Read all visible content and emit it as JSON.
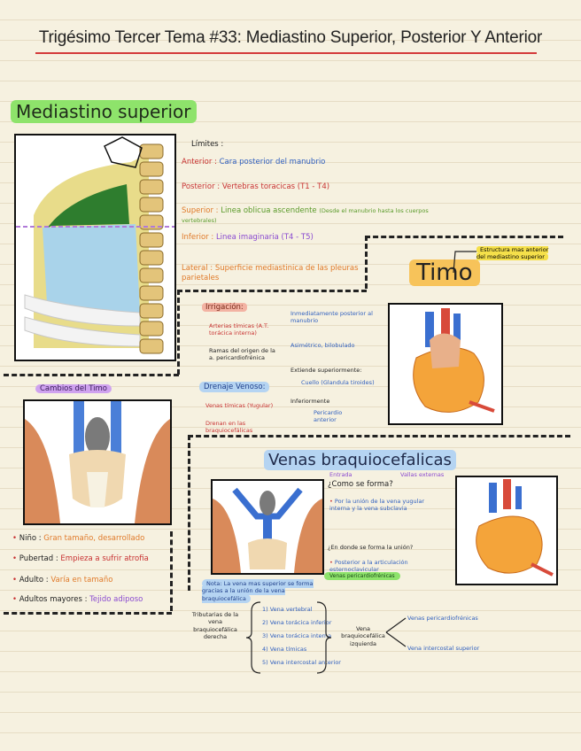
{
  "title": "Trigésimo Tercer Tema #33: Mediastino Superior, Posterior Y Anterior",
  "mediastino_superior": {
    "heading": "Mediastino superior",
    "limites_label": "Límites :",
    "anterior": {
      "label": "Anterior :",
      "text": "Cara posterior del manubrio"
    },
    "posterior": {
      "label": "Posterior :",
      "text": "Vertebras toracicas  (T1 - T4)"
    },
    "superior": {
      "label": "Superior :",
      "text": "Linea oblicua ascendente",
      "note": "(Desde el manubrio hasta los cuerpos vertebrales)"
    },
    "inferior": {
      "label": "Inferior :",
      "text": "Linea imaginaria  (T4 - T5)"
    },
    "lateral": {
      "label": "Lateral :",
      "text": "Superficie mediastinica de las pleuras parietales"
    }
  },
  "timo": {
    "heading": "Timo",
    "callout": "Estructura mas anterior del mediastino superior",
    "irrigacion_label": "Irrigación:",
    "irrigacion_items": [
      "Arterias tímicas (A.T. torácica interna)",
      "Ramas del origen de la a. pericardiofrénica"
    ],
    "drenaje_label": "Drenaje Venoso:",
    "drenaje_items": [
      "Venas tímicas (Yugular)",
      "Drenan en las braquiocefálicas"
    ],
    "right_items": [
      "Inmediatamente posterior al manubrio",
      "Asimétrico, bilobulado",
      "Extiende superiormente:",
      "Cuello (Glandula tiroides)",
      "Inferiormente",
      "Pericardio anterior"
    ]
  },
  "cambios_timo": {
    "heading": "Cambios del Timo",
    "items": [
      {
        "label": "Niño :",
        "text": "Gran tamaño, desarrollado"
      },
      {
        "label": "Pubertad :",
        "text": "Empieza a sufrir atrofia"
      },
      {
        "label": "Adulto :",
        "text": "Varía en tamaño"
      },
      {
        "label": "Adultos mayores :",
        "text": "Tejido adiposo"
      }
    ]
  },
  "venas": {
    "heading": "Venas braquiocefalicas",
    "sub_left": "Entrada",
    "sub_right": "Vallas externas",
    "como_forma": "¿Como se forma?",
    "como_text": "Por la unión de la vena yugular interna y la vena subclavia",
    "donde_forma": "¿En donde se forma la unión?",
    "donde_text": "Posterior a la articulación esternoclavicular",
    "note": "Nota: La vena mas superior se forma gracias a la unión de la vena braquiocefálica",
    "tributarias_label": "Tributarias de la vena braquiocefálica derecha",
    "tributarias_items": [
      "1) Vena vertebral",
      "2) Vena torácica inferior",
      "3) Vena torácica interna",
      "4) Vena tímicas",
      "5) Vena intercostal anterior"
    ],
    "confluencia": "Vena braquiocefálica izquierda",
    "dest_top": "Venas pericardiofrénicas",
    "dest_bottom": "Vena intercostal superior",
    "leyenda": "Venas pericardiofrénicas"
  },
  "colors": {
    "accent_red": "#c83232",
    "accent_blue": "#2f5fbf",
    "highlight_green": "#8ee36b",
    "highlight_purple": "#cfa2ef",
    "highlight_yellow": "#f5e04a"
  }
}
